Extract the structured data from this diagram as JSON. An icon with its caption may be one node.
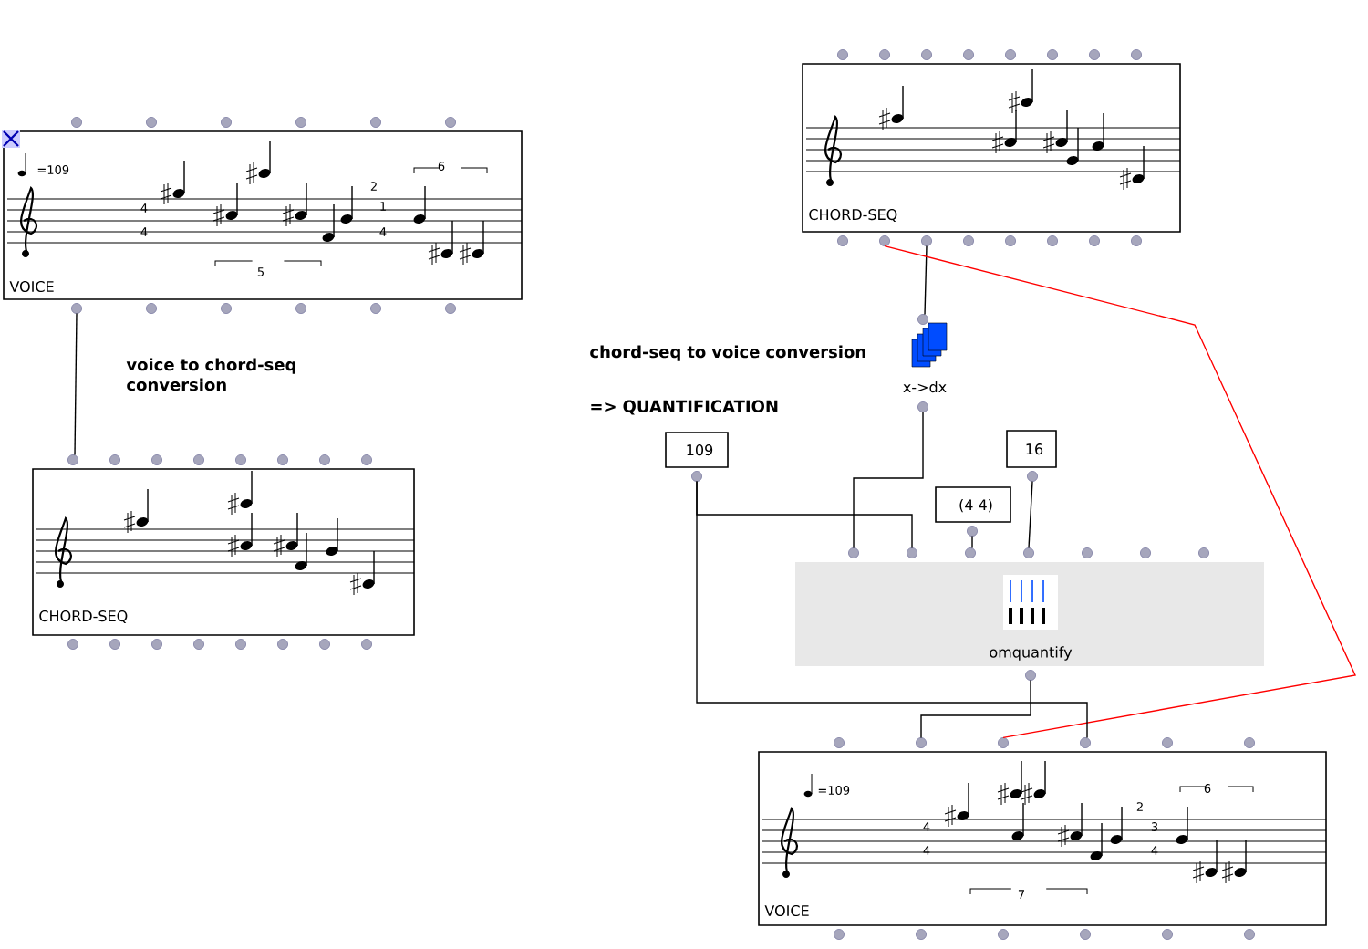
{
  "diagram": {
    "nodes": [
      {
        "text": [
          "=109",
          "4",
          "4",
          "5",
          "2",
          "1",
          "4",
          "6",
          "VOICE"
        ]
      },
      {
        "text": [
          "CHORD-SEQ"
        ]
      },
      {
        "text": [
          "CHORD-SEQ"
        ]
      },
      {
        "text": [
          "x->dx"
        ]
      },
      {
        "text": [
          "109"
        ]
      },
      {
        "text": [
          "(4 4)"
        ]
      },
      {
        "text": [
          "16"
        ]
      },
      {
        "text": [
          "omquantify"
        ]
      },
      {
        "text": [
          "=109",
          "4",
          "4",
          "7",
          "2",
          "3",
          "4",
          "6",
          "VOICE"
        ]
      }
    ],
    "edges": [
      {
        "from": 0,
        "to": 1,
        "arrow": "none"
      },
      {
        "from": 2,
        "to": 3,
        "arrow": "none"
      },
      {
        "from": 2,
        "to": 8,
        "arrow": "none",
        "color": "#ff0000"
      },
      {
        "from": 3,
        "to": 7,
        "arrow": "none"
      },
      {
        "from": 4,
        "to": 7,
        "arrow": "none"
      },
      {
        "from": 4,
        "to": 8,
        "arrow": "none"
      },
      {
        "from": 5,
        "to": 7,
        "arrow": "none"
      },
      {
        "from": 6,
        "to": 7,
        "arrow": "none"
      },
      {
        "from": 7,
        "to": 8,
        "arrow": "none"
      }
    ],
    "labels": [
      "voice to chord-seq conversion",
      "chord-seq to voice conversion",
      "=> QUANTIFICATION"
    ]
  }
}
